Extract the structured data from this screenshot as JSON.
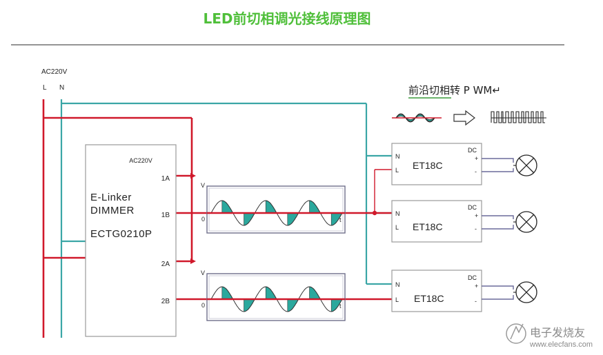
{
  "title": "LED前切相调光接线原理图",
  "mains": {
    "voltage": "AC220V",
    "l_label": "L",
    "n_label": "N"
  },
  "dimmer": {
    "voltage": "AC220V",
    "name_line1": "E-Linker",
    "name_line2": "DIMMER",
    "model": "ECTG0210P",
    "terminals": [
      "1A",
      "1B",
      "2A",
      "2B"
    ]
  },
  "waveform_axis": {
    "v": "V",
    "zero": "0",
    "t": "t"
  },
  "legend": {
    "text": "前沿切相转 P WM↵"
  },
  "drivers": [
    {
      "name": "ET18C",
      "n": "N",
      "l": "L",
      "dc": "DC",
      "plus": "+",
      "minus": "-"
    },
    {
      "name": "ET18C",
      "n": "N",
      "l": "L",
      "dc": "DC",
      "plus": "+",
      "minus": "-"
    },
    {
      "name": "ET18C",
      "n": "N",
      "l": "L",
      "dc": "DC",
      "plus": "+",
      "minus": "-"
    }
  ],
  "watermark": {
    "cn": "电子发烧友",
    "url": "www.elecfans.com"
  },
  "colors": {
    "live": "#d0182a",
    "neutral": "#3aa6a6",
    "title": "#4fbf3a",
    "wave": "#2ba89d"
  }
}
